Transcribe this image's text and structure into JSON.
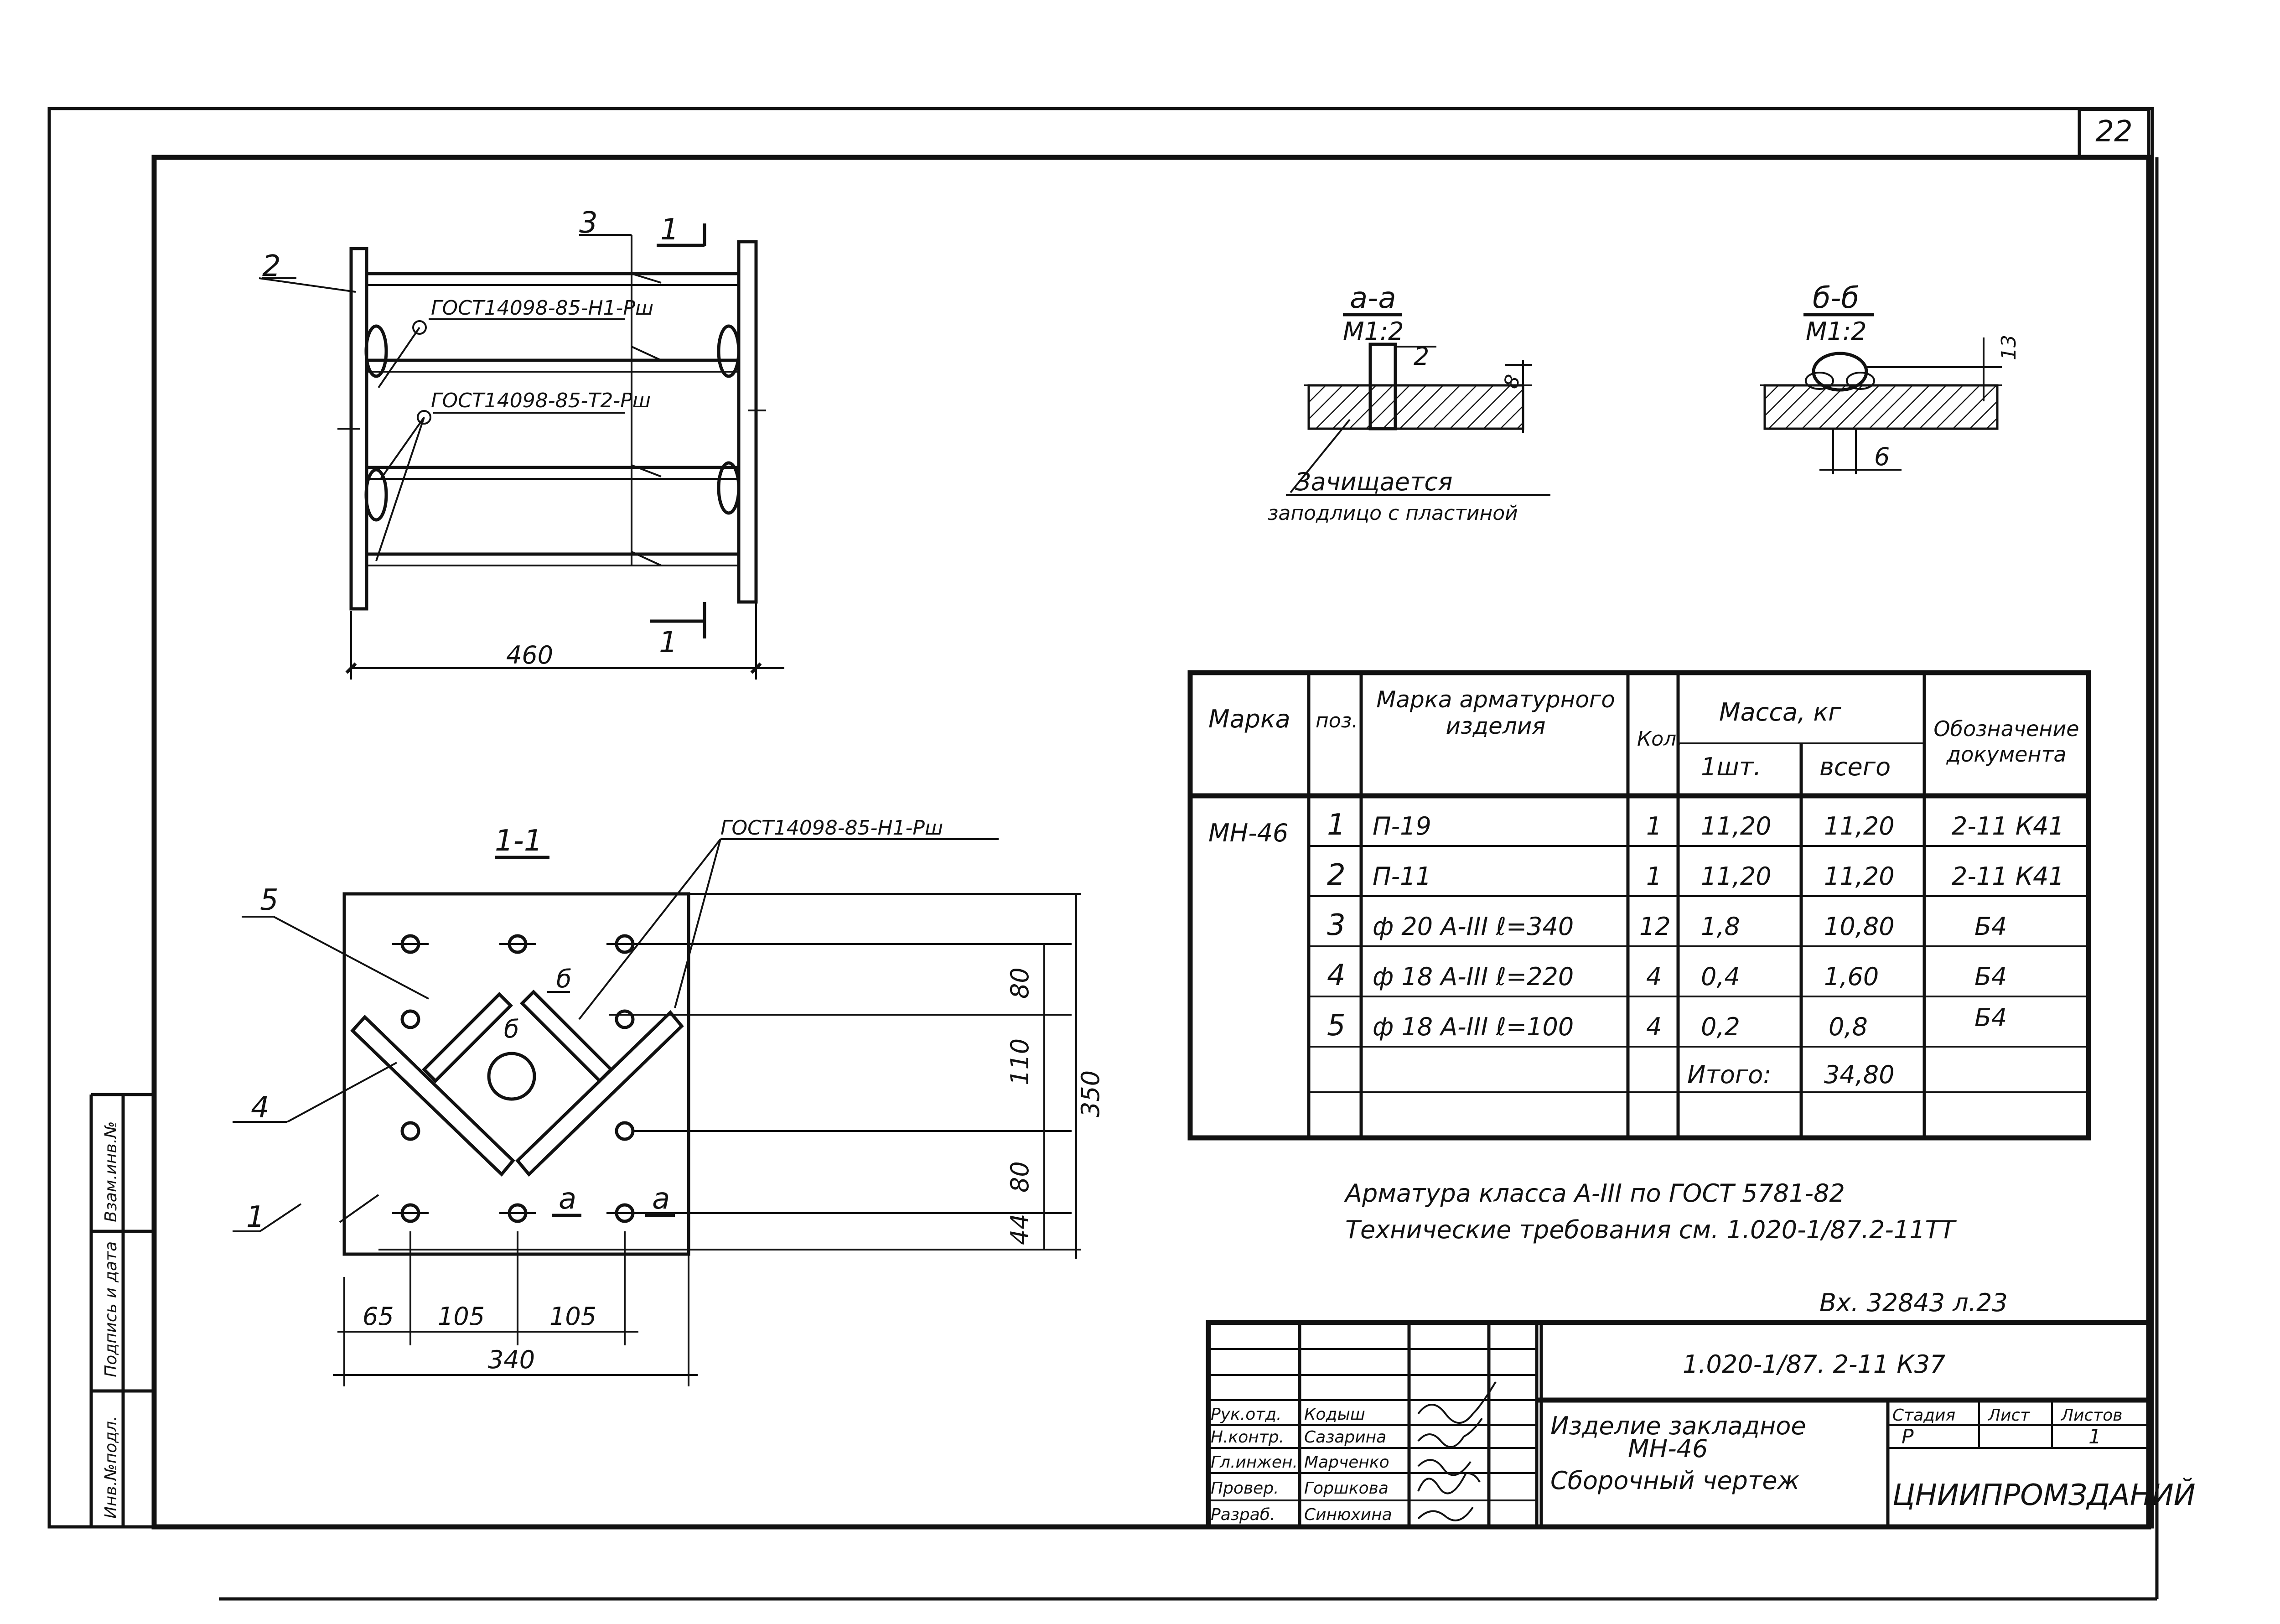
{
  "sheet": {
    "number": "22"
  },
  "elevation": {
    "callouts": [
      "ГОСТ14098-85-Н1-Рш",
      "ГОСТ14098-85-Т2-Рш"
    ],
    "position_label": "2",
    "rod_label": "3",
    "section_mark": "1",
    "width_dim": "460"
  },
  "section_1_1": {
    "title": "1-1",
    "callout": "ГОСТ14098-85-Н1-Рш",
    "pos_labels": [
      "5",
      "4",
      "1"
    ],
    "weld_mark": "б",
    "section_a_marks": [
      "а",
      "а"
    ],
    "dims_vertical": [
      "80",
      "110",
      "80",
      "44",
      "350"
    ],
    "dims_horizontal": [
      "65",
      "105",
      "105",
      "340"
    ]
  },
  "detail_a": {
    "title": "а-а",
    "scale": "М1:2",
    "dim": "2",
    "dim_b": "8",
    "note_line1": "Зачищается",
    "note_line2": "заподлицо с пластиной"
  },
  "detail_b": {
    "title": "б-б",
    "scale": "М1:2",
    "dim_v": "13",
    "dim_h": "6"
  },
  "spec_table": {
    "headers": {
      "mark": "Марка",
      "pos": "поз.",
      "item": "Марка арматурного изделия",
      "qty": "Кол.",
      "mass": "Масса, кг",
      "mass_unit": "1шт.",
      "mass_total": "всего",
      "doc": "Обозначение документа"
    },
    "mark_value": "МН-46",
    "rows": [
      {
        "pos": "1",
        "item": "П-19",
        "qty": "1",
        "unit": "11,20",
        "total": "11,20",
        "doc": "2-11 К41"
      },
      {
        "pos": "2",
        "item": "П-11",
        "qty": "1",
        "unit": "11,20",
        "total": "11,20",
        "doc": "2-11 К41"
      },
      {
        "pos": "3",
        "item": "ф 20 А-III ℓ=340",
        "qty": "12",
        "unit": "1,8",
        "total": "10,80",
        "doc": "Б4"
      },
      {
        "pos": "4",
        "item": "ф 18 А-III ℓ=220",
        "qty": "4",
        "unit": "0,4",
        "total": "1,60",
        "doc": "Б4"
      },
      {
        "pos": "5",
        "item": "ф 18 А-III ℓ=100",
        "qty": "4",
        "unit": "0,2",
        "total": "0,8",
        "doc": "Б4"
      }
    ],
    "total_label": "Итого:",
    "total_value": "34,80"
  },
  "notes": {
    "line1": "Арматура класса А-III по ГОСТ 5781-82",
    "line2": "Технические требования см. 1.020-1/87.2-11ТТ"
  },
  "inventory_ref": "Вх. 32843 л.23",
  "title_block": {
    "code": "1.020-1/87. 2-11 К37",
    "name_line1": "Изделие закладное",
    "name_line2": "МН-46",
    "name_line3": "Сборочный чертеж",
    "stage_label": "Стадия",
    "sheet_label": "Лист",
    "sheets_label": "Листов",
    "stage": "Р",
    "sheets": "1",
    "org": "ЦНИИПРОМЗДАНИЙ",
    "roles": [
      {
        "role": "Рук.отд.",
        "name": "Кодыш"
      },
      {
        "role": "Н.контр.",
        "name": "Сазарина"
      },
      {
        "role": "Гл.инжен.",
        "name": "Марченко"
      },
      {
        "role": "Провер.",
        "name": "Горшкова"
      },
      {
        "role": "Разраб.",
        "name": "Синюхина"
      }
    ]
  },
  "side_stamp": [
    "Инв.№подл.",
    "Подпись и дата",
    "Взам.инв.№"
  ]
}
